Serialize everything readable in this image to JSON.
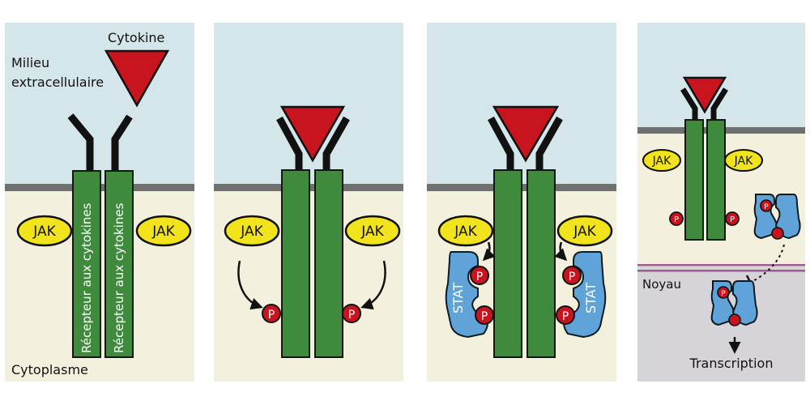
{
  "colors": {
    "extracellular": "#d5e6ea",
    "cytoplasm": "#f3f1de",
    "nucleus": "#d7d4d9",
    "membrane": "#707070",
    "nuclear_membrane": "#9e5c8c",
    "receptor": "#3f8a3c",
    "receptor_stroke": "#0f1a0f",
    "cytokine": "#c7141e",
    "jak": "#f2e41c",
    "phosphate": "#c7141e",
    "stat": "#5fa3d9",
    "stat_stroke": "#0f1a1f"
  },
  "labels": {
    "milieu_line1": "Milieu",
    "milieu_line2": "extracellulaire",
    "cytoplasme": "Cytoplasme",
    "cytokine": "Cytokine",
    "recepteur": "Récepteur aux cytokines",
    "jak": "JAK",
    "phosphate": "P",
    "stat": "STAT",
    "noyau": "Noyau",
    "transcription": "Transcription"
  }
}
